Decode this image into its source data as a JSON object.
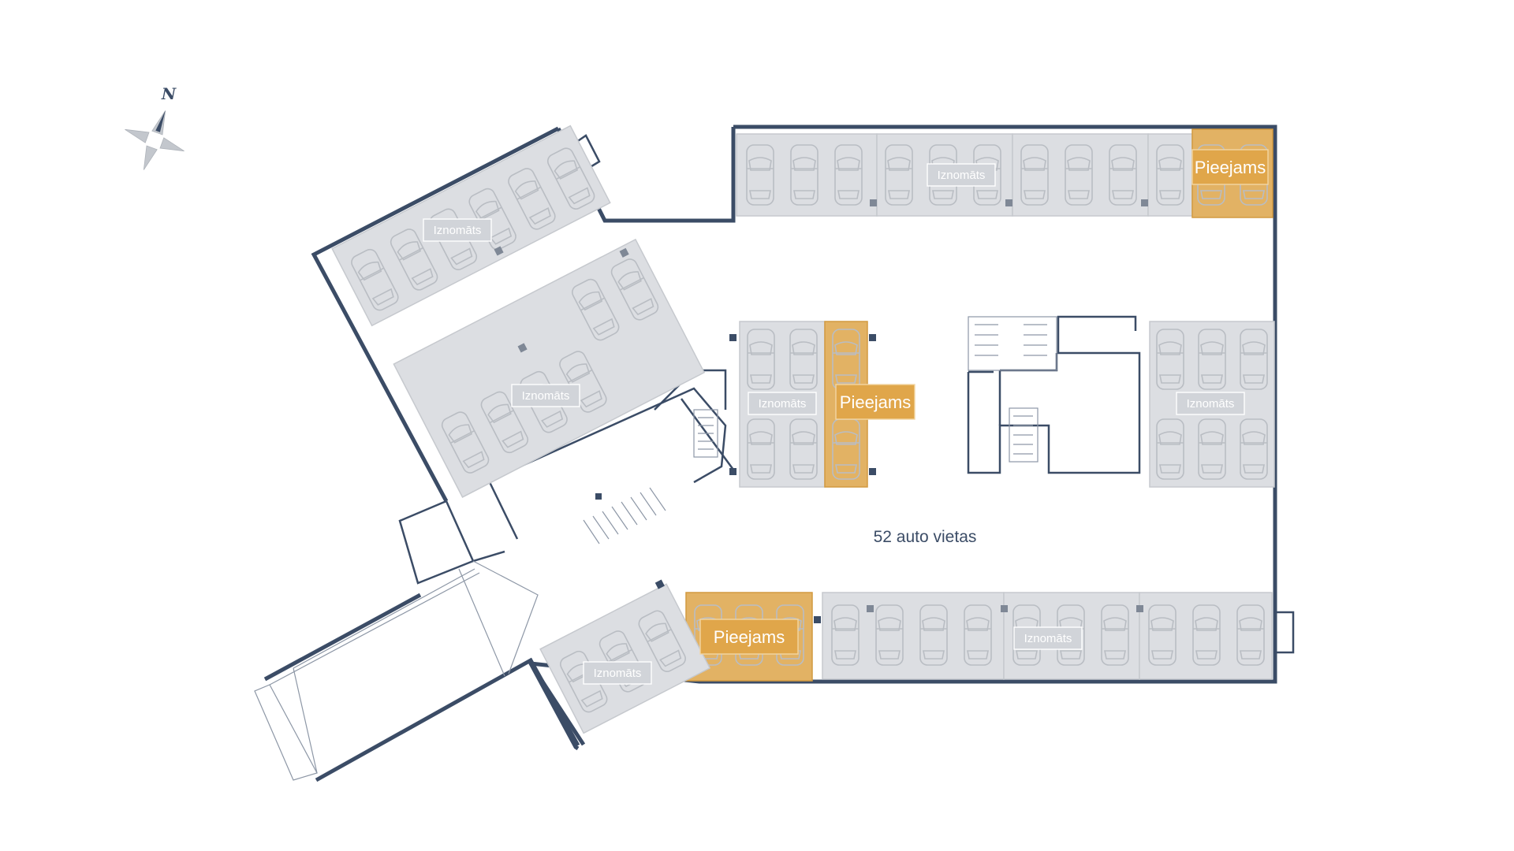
{
  "compass": {
    "north_label": "N"
  },
  "labels": {
    "rented": "Iznomāts",
    "available": "Pieejams"
  },
  "summary": {
    "spaces_text": "52 auto vietas"
  },
  "colors": {
    "wall": "#3b4c66",
    "rented_space": "#dcdee2",
    "available_space": "#e2b264"
  },
  "legend_states": [
    "rented",
    "available"
  ],
  "zones": [
    {
      "id": "north-row",
      "status": "rented"
    },
    {
      "id": "north-row-east",
      "status": "available"
    },
    {
      "id": "northwest-diagonal-row",
      "status": "rented"
    },
    {
      "id": "west-diagonal-row",
      "status": "rented"
    },
    {
      "id": "central-block",
      "status": "rented"
    },
    {
      "id": "central-block-east-column",
      "status": "available"
    },
    {
      "id": "east-block",
      "status": "rented"
    },
    {
      "id": "south-row",
      "status": "rented"
    },
    {
      "id": "south-row-west",
      "status": "available"
    },
    {
      "id": "southwest-diagonal-row",
      "status": "rented"
    }
  ]
}
